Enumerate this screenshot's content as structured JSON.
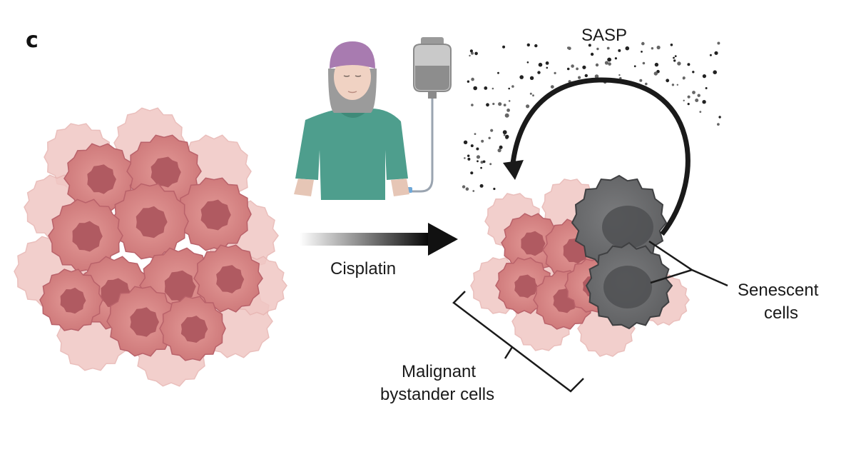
{
  "panel_letter": "c",
  "labels": {
    "sasp": "SASP",
    "treatment": "Cisplatin",
    "senescent_line1": "Senescent",
    "senescent_line2": "cells",
    "bystander_line1": "Malignant",
    "bystander_line2": "bystander cells"
  },
  "colors": {
    "cell_fill": "#d98686",
    "cell_dark": "#c96a6e",
    "cell_halo": "#f0c7c4",
    "nucleus": "#b05a61",
    "senescent_fill": "#6d6e70",
    "senescent_nucleus": "#4f5052",
    "patient_shirt": "#4e9e8d",
    "patient_hat": "#a87bb0",
    "arrow": "#111111"
  },
  "icons": [
    "tumor-cluster-icon",
    "patient-iv-drip-icon",
    "treatment-arrow-icon",
    "sasp-cycle-arrow-icon"
  ]
}
